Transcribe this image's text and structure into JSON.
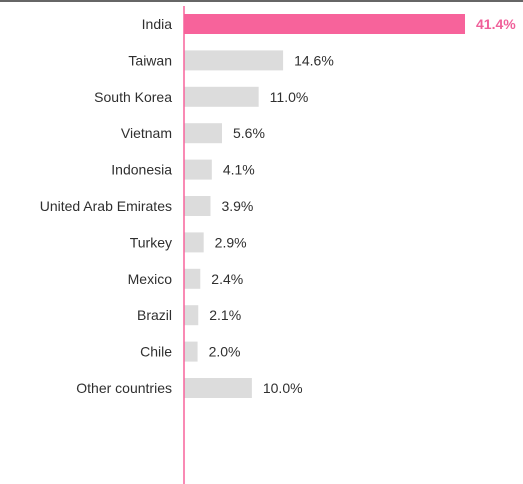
{
  "chart_data": {
    "type": "bar",
    "orientation": "horizontal",
    "categories": [
      "India",
      "Taiwan",
      "South Korea",
      "Vietnam",
      "Indonesia",
      "United Arab Emirates",
      "Turkey",
      "Mexico",
      "Brazil",
      "Chile",
      "Other countries"
    ],
    "values": [
      41.4,
      14.6,
      11.0,
      5.6,
      4.1,
      3.9,
      2.9,
      2.4,
      2.1,
      2.0,
      10.0
    ],
    "value_labels": [
      "41.4%",
      "14.6%",
      "11.0%",
      "5.6%",
      "4.1%",
      "3.9%",
      "2.9%",
      "2.4%",
      "2.1%",
      "2.0%",
      "10.0%"
    ],
    "highlight_index": 0,
    "title": "",
    "xlabel": "",
    "ylabel": "",
    "xlim": [
      0,
      41.4
    ],
    "grid": false,
    "legend": "none",
    "colors": {
      "highlight": "#f7639b",
      "bar": "#dcdcdc",
      "axis": "#f7639b",
      "top_border": "#333333",
      "text": "#2f2f2f",
      "highlight_text": "#f0609a"
    }
  }
}
